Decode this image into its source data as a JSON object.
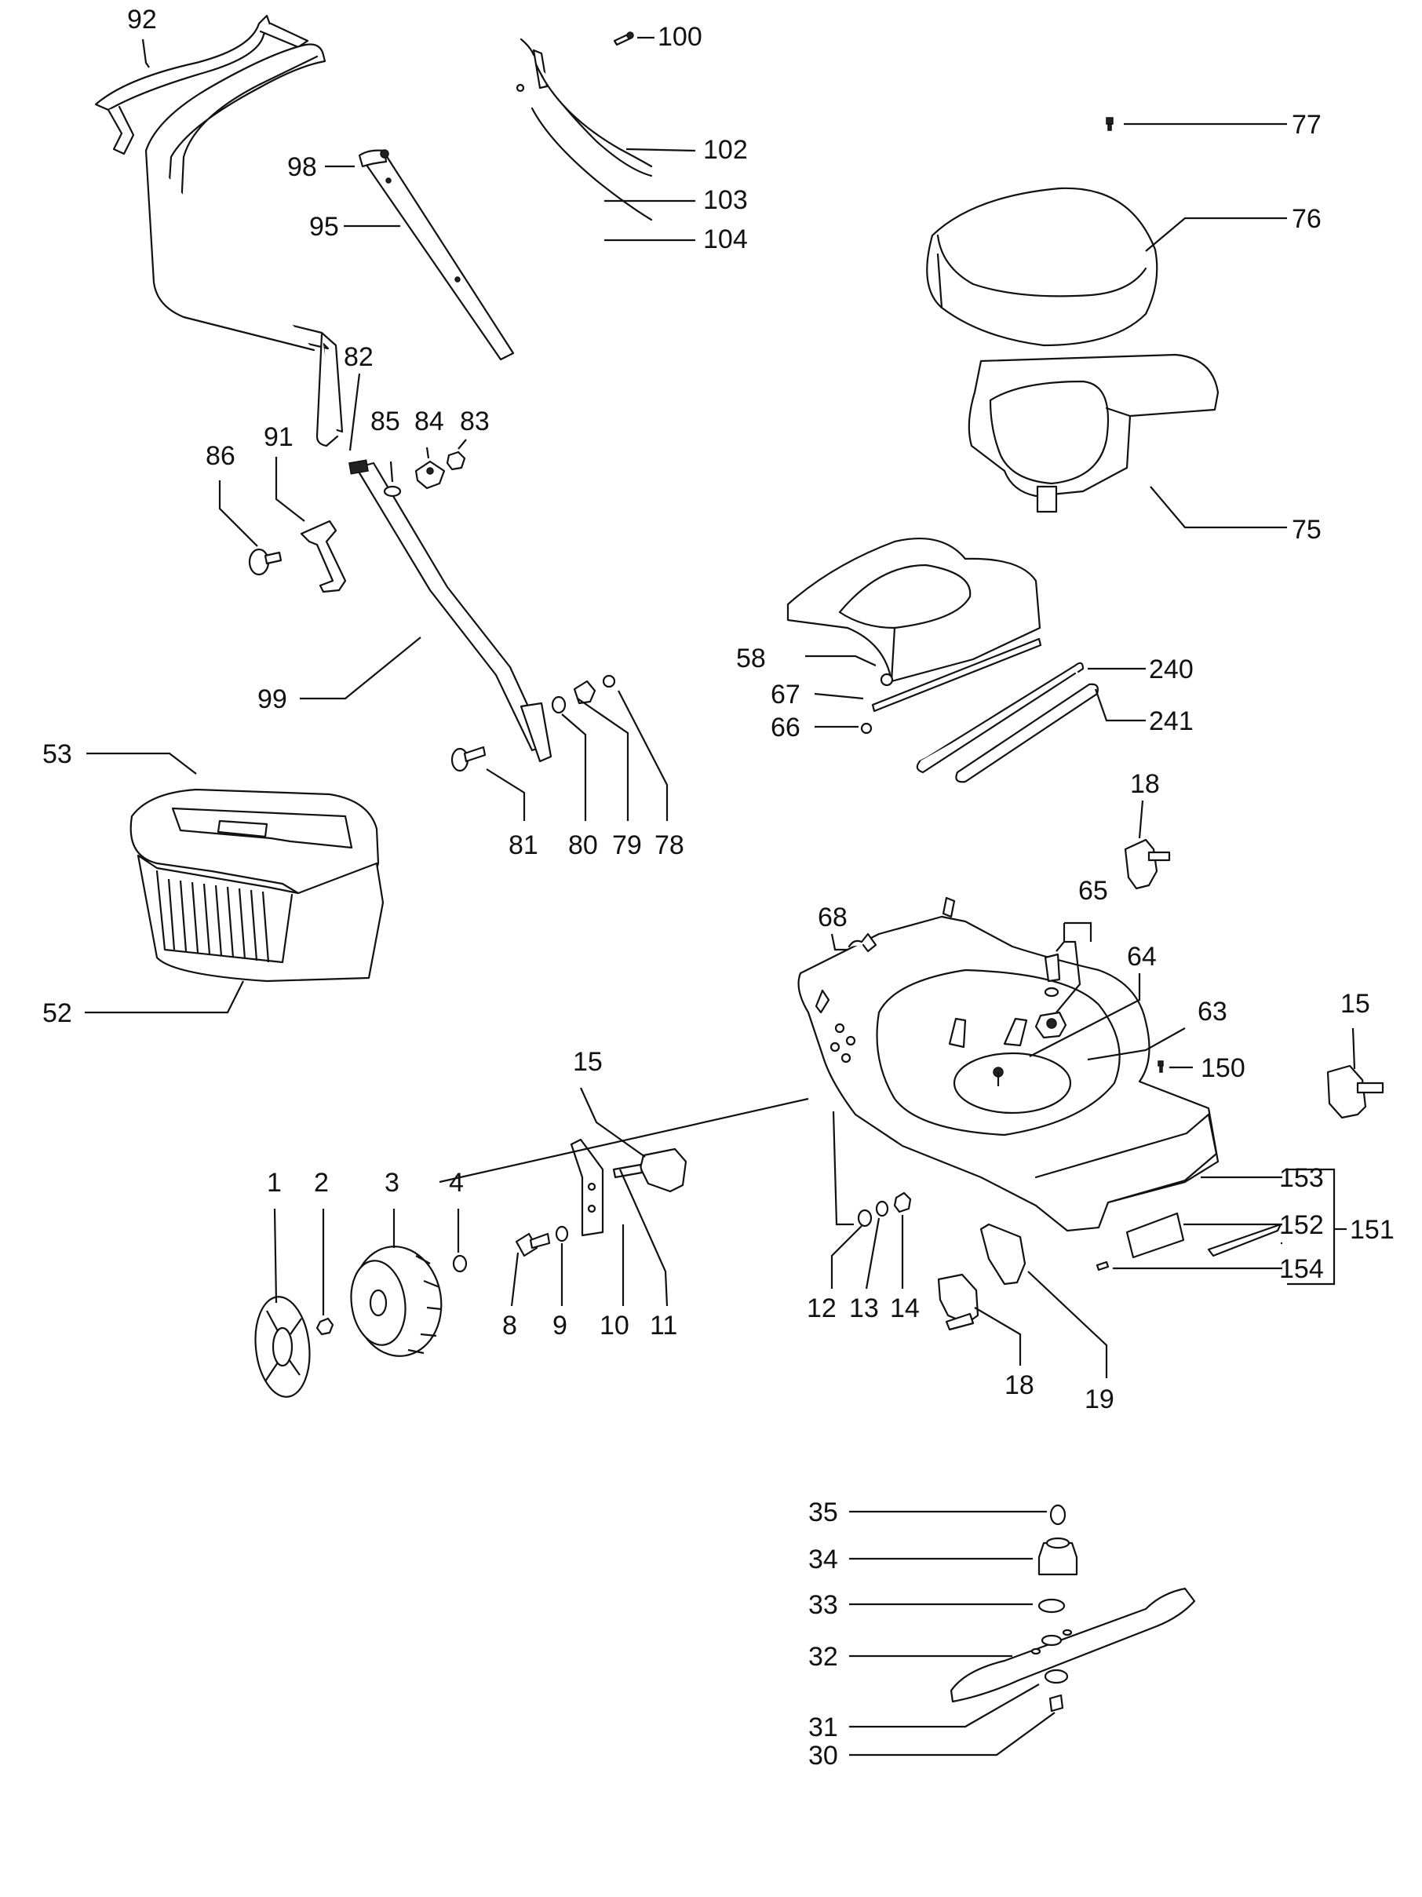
{
  "diagram": {
    "colors": {
      "line": "#111111",
      "background": "#ffffff"
    },
    "callouts": [
      {
        "key": "c92",
        "label": "92"
      },
      {
        "key": "c100",
        "label": "100"
      },
      {
        "key": "c102",
        "label": "102"
      },
      {
        "key": "c103",
        "label": "103"
      },
      {
        "key": "c104",
        "label": "104"
      },
      {
        "key": "c98",
        "label": "98"
      },
      {
        "key": "c95",
        "label": "95"
      },
      {
        "key": "c77",
        "label": "77"
      },
      {
        "key": "c76",
        "label": "76"
      },
      {
        "key": "c75",
        "label": "75"
      },
      {
        "key": "c82",
        "label": "82"
      },
      {
        "key": "c85",
        "label": "85"
      },
      {
        "key": "c84",
        "label": "84"
      },
      {
        "key": "c83",
        "label": "83"
      },
      {
        "key": "c86",
        "label": "86"
      },
      {
        "key": "c91",
        "label": "91"
      },
      {
        "key": "c99",
        "label": "99"
      },
      {
        "key": "c81",
        "label": "81"
      },
      {
        "key": "c80",
        "label": "80"
      },
      {
        "key": "c79",
        "label": "79"
      },
      {
        "key": "c78",
        "label": "78"
      },
      {
        "key": "c58",
        "label": "58"
      },
      {
        "key": "c67",
        "label": "67"
      },
      {
        "key": "c66",
        "label": "66"
      },
      {
        "key": "c240",
        "label": "240"
      },
      {
        "key": "c241",
        "label": "241"
      },
      {
        "key": "c53",
        "label": "53"
      },
      {
        "key": "c52",
        "label": "52"
      },
      {
        "key": "c18a",
        "label": "18"
      },
      {
        "key": "c65",
        "label": "65"
      },
      {
        "key": "c68",
        "label": "68"
      },
      {
        "key": "c64",
        "label": "64"
      },
      {
        "key": "c63",
        "label": "63"
      },
      {
        "key": "c150",
        "label": "150"
      },
      {
        "key": "c15a",
        "label": "15"
      },
      {
        "key": "c15b",
        "label": "15"
      },
      {
        "key": "c153",
        "label": "153"
      },
      {
        "key": "c152",
        "label": "152"
      },
      {
        "key": "c151",
        "label": "151"
      },
      {
        "key": "c154",
        "label": "154"
      },
      {
        "key": "c1",
        "label": "1"
      },
      {
        "key": "c2",
        "label": "2"
      },
      {
        "key": "c3",
        "label": "3"
      },
      {
        "key": "c4",
        "label": "4"
      },
      {
        "key": "c8",
        "label": "8"
      },
      {
        "key": "c9",
        "label": "9"
      },
      {
        "key": "c10",
        "label": "10"
      },
      {
        "key": "c11",
        "label": "11"
      },
      {
        "key": "c12",
        "label": "12"
      },
      {
        "key": "c13",
        "label": "13"
      },
      {
        "key": "c14",
        "label": "14"
      },
      {
        "key": "c18b",
        "label": "18"
      },
      {
        "key": "c19",
        "label": "19"
      },
      {
        "key": "c35",
        "label": "35"
      },
      {
        "key": "c34",
        "label": "34"
      },
      {
        "key": "c33",
        "label": "33"
      },
      {
        "key": "c32",
        "label": "32"
      },
      {
        "key": "c31",
        "label": "31"
      },
      {
        "key": "c30",
        "label": "30"
      }
    ]
  }
}
